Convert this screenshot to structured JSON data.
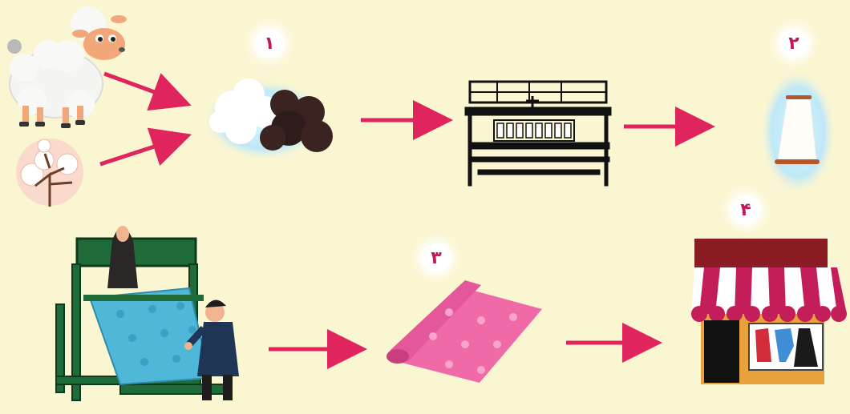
{
  "steps": [
    {
      "label": "۱",
      "icon": "wool-cotton-fiber-icon"
    },
    {
      "label": "۲",
      "icon": "yarn-spool-icon"
    },
    {
      "label": "۳",
      "icon": "fabric-roll-icon"
    },
    {
      "label": "۴",
      "icon": "clothing-shop-icon"
    }
  ],
  "colors": {
    "background": "#fbf6d2",
    "arrow": "#e0245e",
    "badge_text": "#c2185b",
    "fabric_blue": "#4fb7d8",
    "fabric_pink": "#f06aa8",
    "awning_red": "#c41e5a",
    "loom_green": "#1f6b3a"
  }
}
